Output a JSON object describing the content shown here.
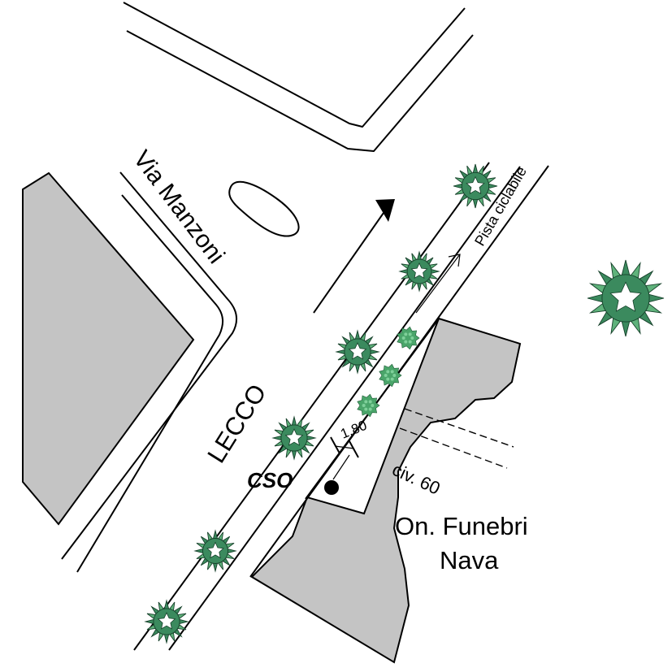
{
  "labels": {
    "via_manzoni": "Via Manzoni",
    "lecco": "LECCO",
    "pista_ciclabile": "Pista ciclabile",
    "cso": "CSO",
    "width_measure": "1,80",
    "civic_number": "civ. 60",
    "business_line1": "On. Funebri",
    "business_line2": "Nava"
  },
  "colors": {
    "building_fill": "#c4c4c4",
    "tree_foliage": "#3b8a5e",
    "tree_foliage_light": "#5fb27b",
    "bush_fill": "#4aa56a",
    "line": "#000000",
    "background": "#ffffff"
  },
  "symbols": {
    "large_tree": "tree-icon",
    "small_bush": "bush-icon",
    "cso_point": "point-marker",
    "traffic_direction": "arrow-icon",
    "bike_direction": "arrow-icon"
  }
}
